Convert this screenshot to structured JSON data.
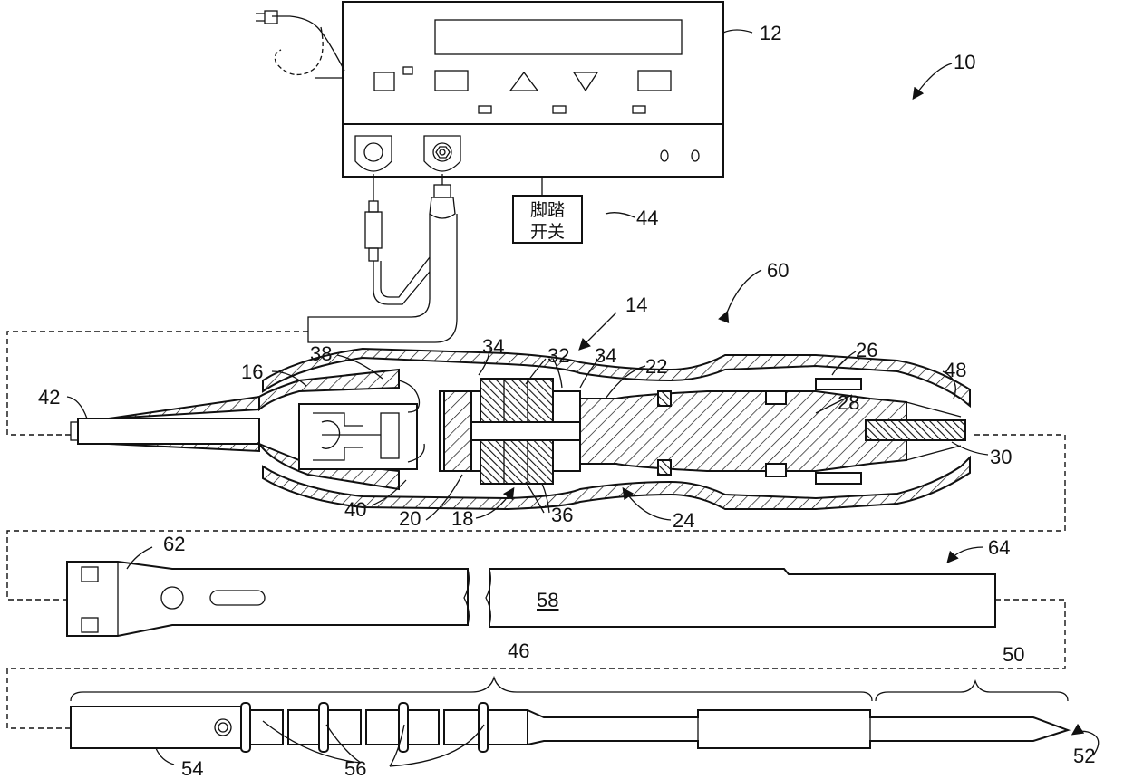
{
  "diagram": {
    "footswitch": {
      "line1": "脚踏",
      "line2": "开关"
    },
    "labels": {
      "system": "10",
      "generator": "12",
      "handpiece": "14",
      "nose": "16",
      "spring": "18",
      "ring": "20",
      "horn": "22",
      "housing": "24",
      "cap": "26",
      "stack": "28",
      "stud": "30",
      "crystals": "32",
      "electrode_left": "34",
      "electrode_right": "34",
      "insulator": "36",
      "seal": "38",
      "connector": "40",
      "cable_end": "42",
      "footswitch_ref": "44",
      "shaft": "46",
      "tip_end": "48",
      "blade": "50",
      "motion": "52",
      "adapter": "54",
      "rings": "56",
      "sheath": "58",
      "assembly": "60",
      "sheath_end": "62",
      "sheath_ref": "64"
    }
  }
}
